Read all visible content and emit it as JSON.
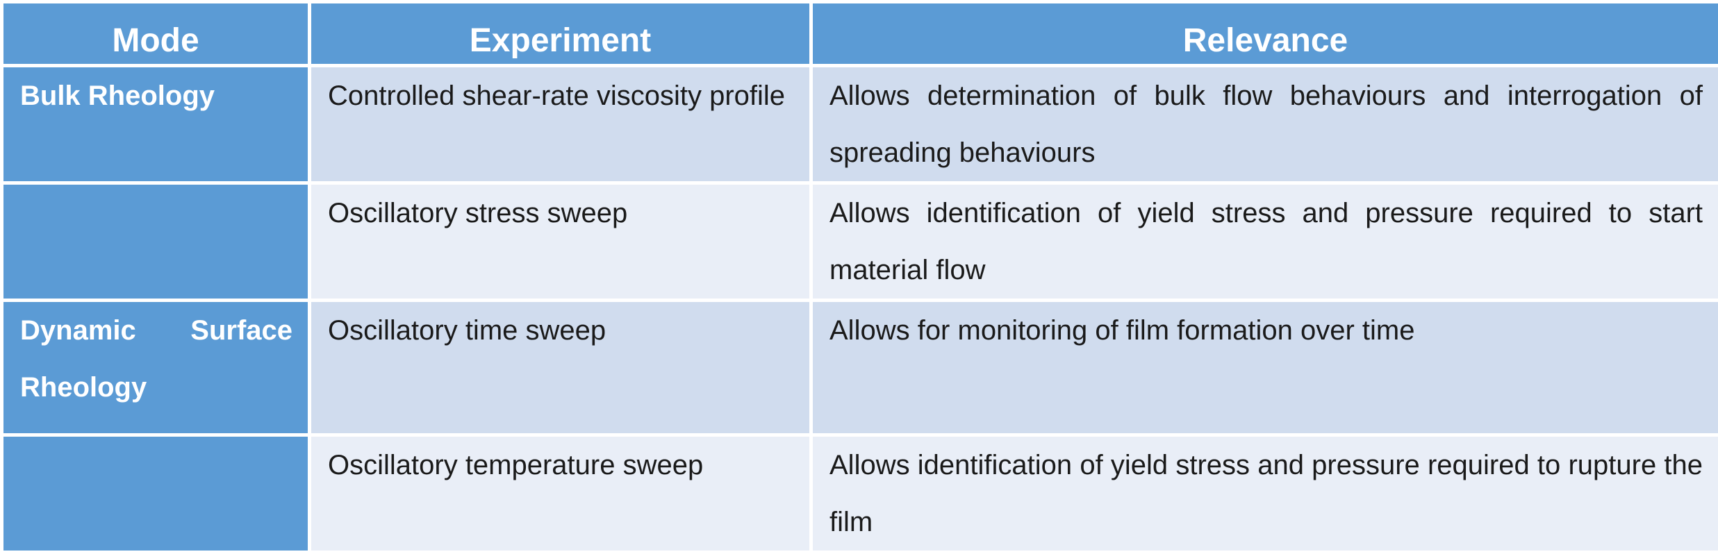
{
  "table": {
    "headers": [
      "Mode",
      "Experiment",
      "Relevance"
    ],
    "rows": [
      {
        "mode": "Bulk Rheology",
        "experiment": "Controlled shear-rate viscosity profile",
        "relevance": "Allows determination of bulk flow behaviours and interrogation of spreading behaviours"
      },
      {
        "mode": "",
        "experiment": "Oscillatory stress sweep",
        "relevance": "Allows identification of yield stress and pressure required to start material flow"
      },
      {
        "mode": "Dynamic Surface Rheology",
        "experiment": "Oscillatory time sweep",
        "relevance": "Allows for monitoring of film formation over time"
      },
      {
        "mode": "",
        "experiment": "Oscillatory temperature sweep",
        "relevance": "Allows identification of yield stress and pressure required to rupture the film"
      }
    ]
  },
  "colors": {
    "header_bg": "#5b9bd5",
    "row_dark": "#d0dcee",
    "row_light": "#e9eef7",
    "text": "#1a1a1a"
  }
}
